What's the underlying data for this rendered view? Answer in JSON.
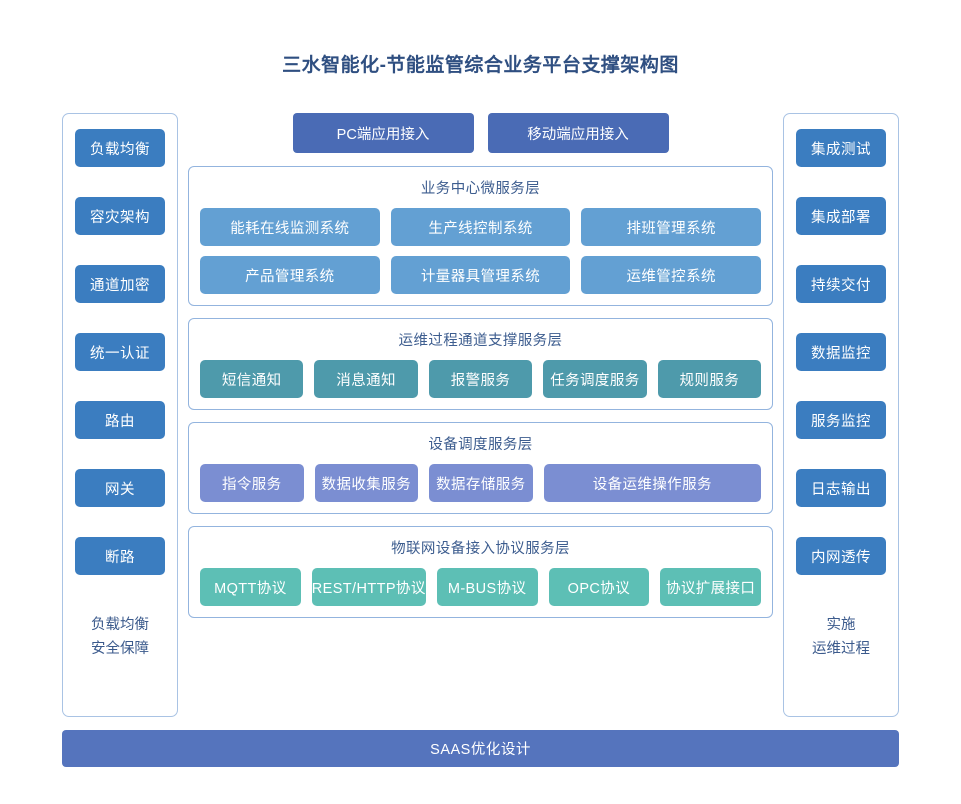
{
  "title": "三水智能化-节能监管综合业务平台支撑架构图",
  "colors": {
    "title": "#2f4f81",
    "rail_chip": "#3b7dc0",
    "access_box": "#4a6bb5",
    "business_chip": "#63a0d3",
    "ops_chip": "#4e9aab",
    "device_chip": "#7b8ed2",
    "iot_chip": "#5dbfb5",
    "bottom_bar": "#5574bd",
    "layer_border": "#93b4de"
  },
  "left_rail": {
    "items": [
      {
        "label": "负载均衡"
      },
      {
        "label": "容灾架构"
      },
      {
        "label": "通道加密"
      },
      {
        "label": "统一认证"
      },
      {
        "label": "路由"
      },
      {
        "label": "网关"
      },
      {
        "label": "断路"
      }
    ],
    "footer_line1": "负载均衡",
    "footer_line2": "安全保障"
  },
  "right_rail": {
    "items": [
      {
        "label": "集成测试"
      },
      {
        "label": "集成部署"
      },
      {
        "label": "持续交付"
      },
      {
        "label": "数据监控"
      },
      {
        "label": "服务监控"
      },
      {
        "label": "日志输出"
      },
      {
        "label": "内网透传"
      }
    ],
    "footer_line1": "实施",
    "footer_line2": "运维过程"
  },
  "access": {
    "pc": "PC端应用接入",
    "mobile": "移动端应用接入"
  },
  "layers": [
    {
      "id": "business",
      "title": "业务中心微服务层",
      "rows": [
        [
          "能耗在线监测系统",
          "生产线控制系统",
          "排班管理系统"
        ],
        [
          "产品管理系统",
          "计量器具管理系统",
          "运维管控系统"
        ]
      ]
    },
    {
      "id": "ops",
      "title": "运维过程通道支撑服务层",
      "rows": [
        [
          "短信通知",
          "消息通知",
          "报警服务",
          "任务调度服务",
          "规则服务"
        ]
      ]
    },
    {
      "id": "device",
      "title": "设备调度服务层",
      "rows": [
        [
          "指令服务",
          "数据收集服务",
          "数据存储服务",
          "设备运维操作服务"
        ]
      ]
    },
    {
      "id": "iot",
      "title": "物联网设备接入协议服务层",
      "rows": [
        [
          "MQTT协议",
          "REST/HTTP协议",
          "M-BUS协议",
          "OPC协议",
          "协议扩展接口"
        ]
      ]
    }
  ],
  "bottom_bar": "SAAS优化设计"
}
